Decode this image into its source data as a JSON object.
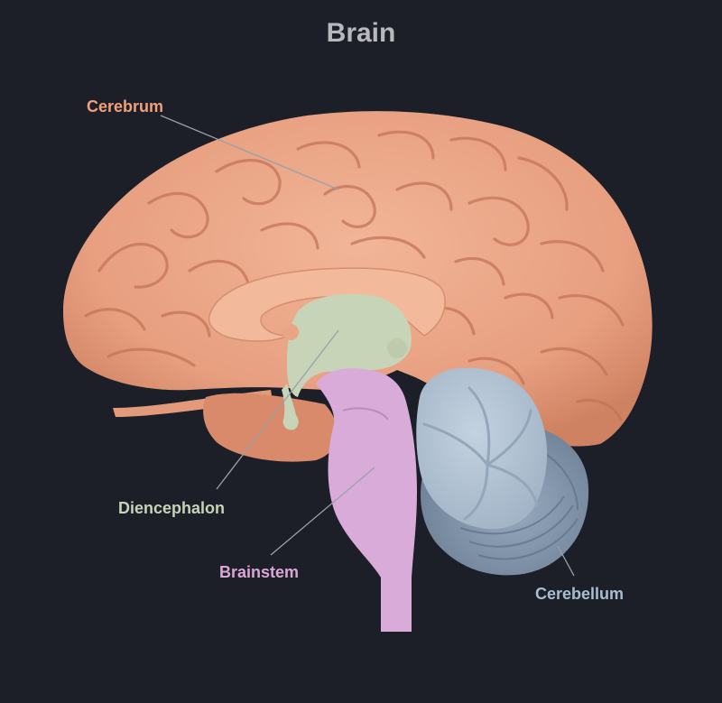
{
  "title": "Brain",
  "labels": {
    "cerebrum": "Cerebrum",
    "diencephalon": "Diencephalon",
    "brainstem": "Brainstem",
    "cerebellum": "Cerebellum"
  },
  "colors": {
    "background": "#1d1f28",
    "title": "#b8b9bf",
    "cerebrum": "#e9a585",
    "cerebrum_label": "#f0a07a",
    "diencephalon": "#c6d3b6",
    "diencephalon_label": "#c5d3b6",
    "brainstem": "#d8abd8",
    "brainstem_label": "#d9a6d6",
    "cerebellum": "#b3c3d4",
    "cerebellum_outer": "#8597ab",
    "cerebellum_label": "#a9bdd2",
    "leader_line": "#9aa0a8"
  }
}
